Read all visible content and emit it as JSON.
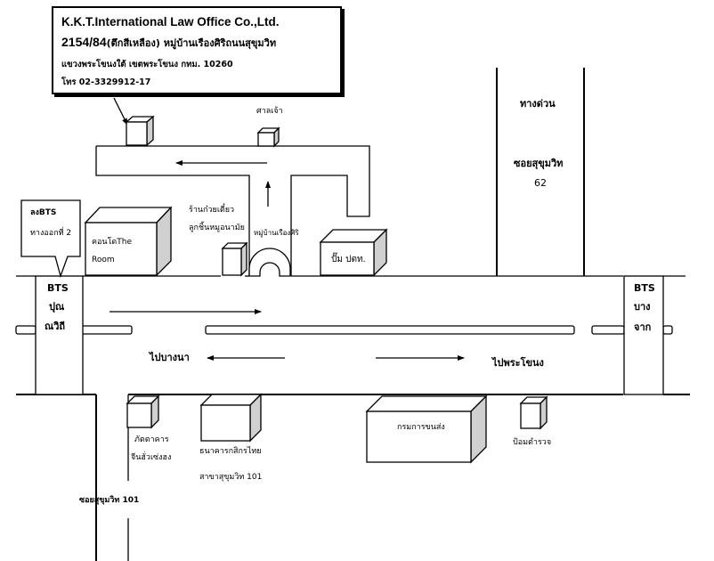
{
  "callout": {
    "company": "K.K.T.International Law Office Co.,Ltd.",
    "address_number": "2154/84",
    "address_line1": "(ตึกสีเหลือง) หมู่บ้านเรืองศิริถนนสุขุมวิท",
    "address_line2": "แขวงพระโขนงใต้ เขตพระโขนง กทม. 10260",
    "phone": "โทร 02-3329912-17"
  },
  "landmarks": {
    "shrine": "ศาลเจ้า",
    "expressway": "ทางด่วน",
    "soi62_name": "ซอยสุขุมวิท",
    "soi62_number": "62",
    "noodle_shop_line1": "ร้านก๋วยเตี๋ยว",
    "noodle_shop_line2": "ลูกชิ้นหมูอนามัย",
    "village_gate": "หมู่บ้านเรืองศิริ",
    "condo_line1": "คอนโดThe",
    "condo_line2": "Room",
    "ptt_station": "ปั๊ม ปตท.",
    "bts_exit_line1": "ลงBTS",
    "bts_exit_line2": "ทางออกที่ 2",
    "bts_punnawithi_line1": "BTS",
    "bts_punnawithi_line2": "ปุณ",
    "bts_punnawithi_line3": "ณวิถี",
    "bts_bangchak_line1": "BTS",
    "bts_bangchak_line2": "บาง",
    "bts_bangchak_line3": "จาก",
    "to_bangna": "ไปบางนา",
    "to_phrakhanong": "ไปพระโขนง",
    "restaurant_line1": "ภัตตาคาร",
    "restaurant_line2": "จีนฮั่วเซ่งฮง",
    "kbank_line1": "ธนาคารกสิกรไทย",
    "kbank_line2": "สาขาสุขุมวิท 101",
    "soi101": "ซอยสุขุมวิท 101",
    "transport_dept": "กรมการขนส่ง",
    "police_box": "ป้อมตำรวจ"
  }
}
